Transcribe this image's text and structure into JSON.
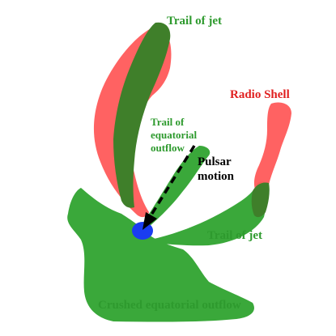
{
  "diagram": {
    "labels": {
      "trail_of_jet_top": "Trail of jet",
      "radio_shell": "Radio Shell",
      "trail_of_equatorial_outflow": [
        "Trail of",
        "equatorial",
        "outflow"
      ],
      "pulsar_motion": [
        "Pulsar",
        "motion"
      ],
      "trail_of_jet_right": "Trail of jet",
      "crushed_equatorial_outflow": "Crushed equatorial outflow"
    },
    "colors": {
      "radio_shell": "#ff5a5a",
      "outflow_green": "#3aa83a",
      "overlap_green": "#3f7f2a",
      "pulsar_blue": "#1a3df0",
      "label_green": "#2e9a2e",
      "label_red": "#e02020",
      "label_black": "#000000",
      "arrow": "#000000"
    }
  }
}
